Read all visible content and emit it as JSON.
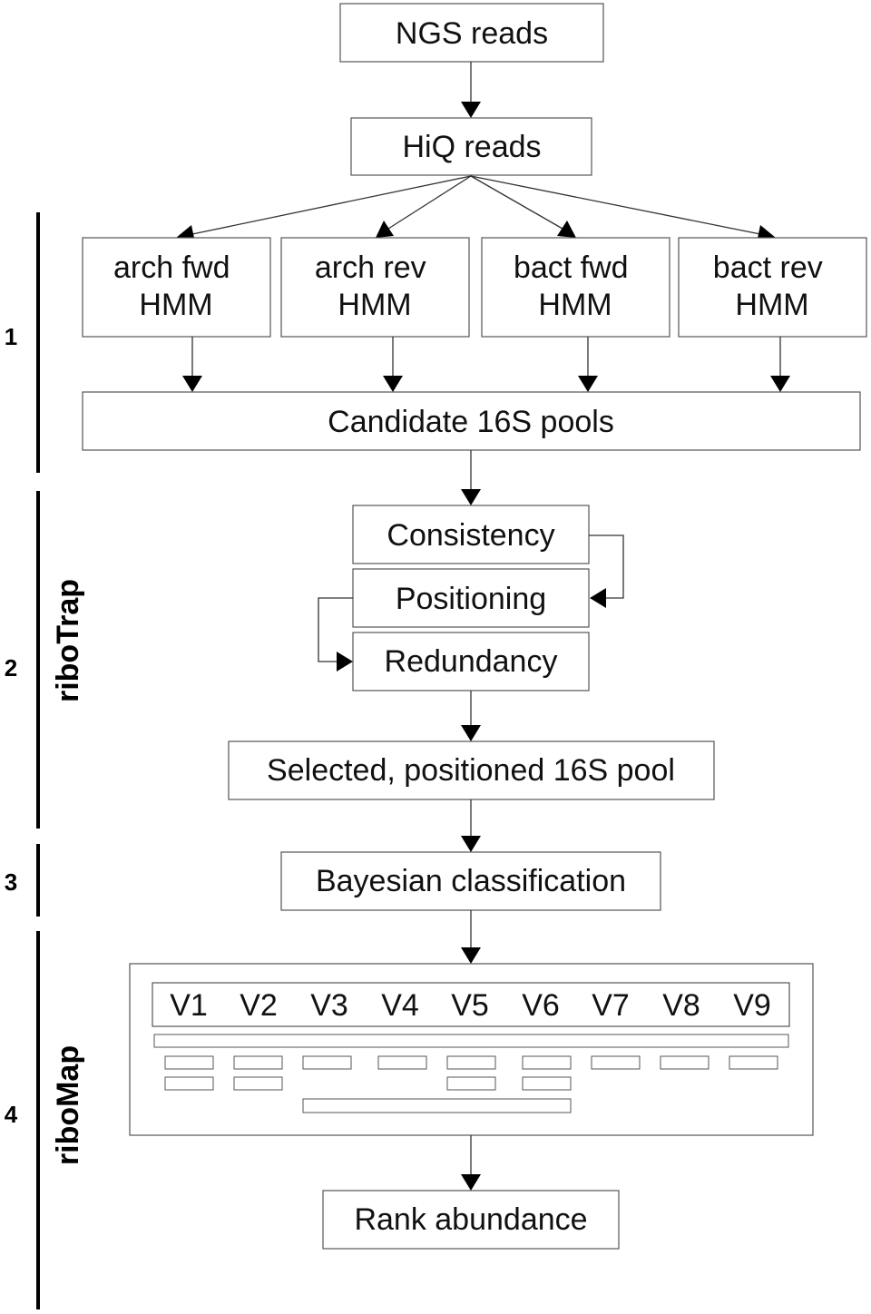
{
  "nodes": {
    "ngs_reads": "NGS reads",
    "hiq_reads": "HiQ reads",
    "arch_fwd": [
      "arch fwd",
      "HMM"
    ],
    "arch_rev": [
      "arch rev",
      "HMM"
    ],
    "bact_fwd": [
      "bact fwd",
      "HMM"
    ],
    "bact_rev": [
      "bact rev",
      "HMM"
    ],
    "candidate_pools": "Candidate 16S pools",
    "consistency": "Consistency",
    "positioning": "Positioning",
    "redundancy": "Redundancy",
    "selected_pool": "Selected, positioned 16S pool",
    "bayesian": "Bayesian classification",
    "rank_abundance": "Rank abundance"
  },
  "regions": [
    "V1",
    "V2",
    "V3",
    "V4",
    "V5",
    "V6",
    "V7",
    "V8",
    "V9"
  ],
  "stages": {
    "s1": "1",
    "s2": "2",
    "s3": "3",
    "s4": "4"
  },
  "modules": {
    "ribotrap": "riboTrap",
    "ribomap": "riboMap"
  }
}
